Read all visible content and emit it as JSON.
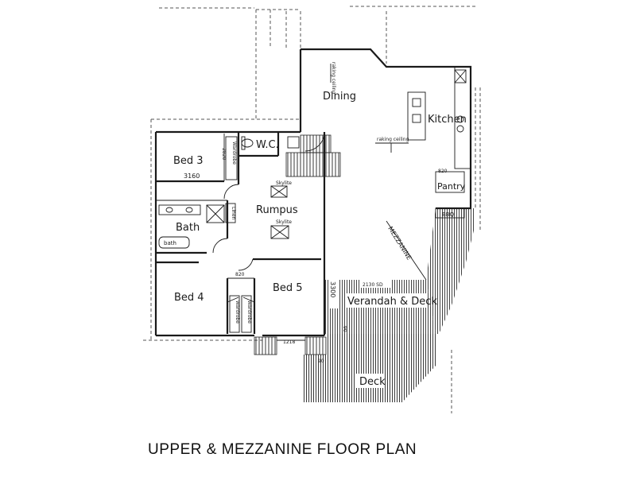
{
  "title": "UPPER & MEZZANINE FLOOR PLAN",
  "rooms": {
    "dining": "Dining",
    "kitchen": "Kitchen",
    "wc": "W.C.",
    "bed3": "Bed 3",
    "rumpus": "Rumpus",
    "bath": "Bath",
    "bed4": "Bed 4",
    "bed5": "Bed 5",
    "pantry": "Pantry",
    "bbq": "BBQ",
    "verandah": "Verandah & Deck",
    "deck": "Deck",
    "mezzanine": "MEZZANINE"
  },
  "labels": {
    "skylite_1": "Skylite",
    "skylite_2": "Skylite",
    "raking_ceiling_1": "raking ceiling",
    "raking_ceiling_2": "raking ceiling",
    "wardrobe_bed3": "Wardrobe",
    "wardrobe_bed4": "Wardrobe",
    "wardrobe_bed5": "Wardrobe",
    "linen": "Linen",
    "bath_tub": "bath"
  },
  "dimensions": {
    "bed3_width": "3160",
    "bed3_depth": "2820",
    "pantry": "820",
    "hall_820": "820",
    "verandah_3300": "3300",
    "verandah_2130": "2130 SD",
    "deck_90a": "90",
    "deck_90b": "90",
    "stair_1218": "1218"
  }
}
